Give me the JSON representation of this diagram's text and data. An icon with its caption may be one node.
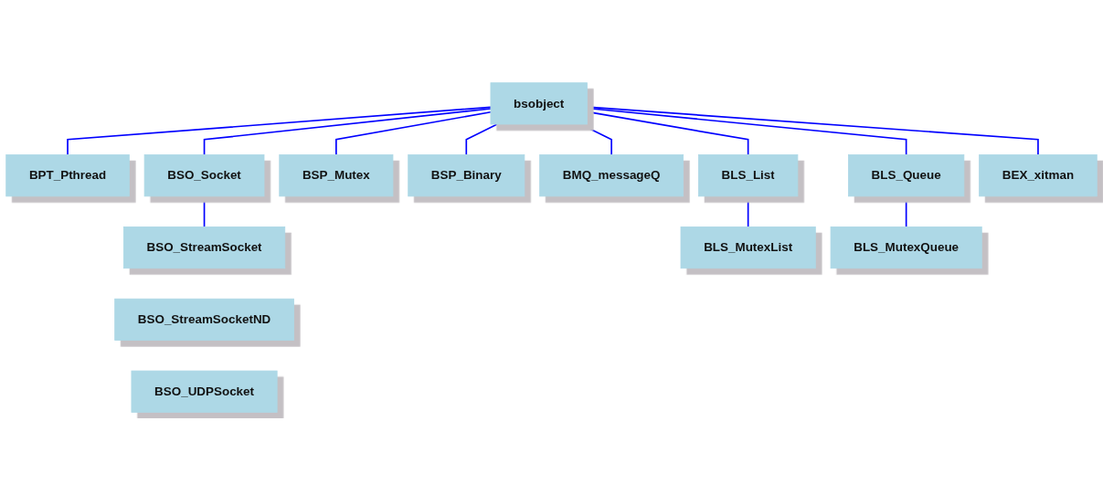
{
  "diagram": {
    "nodes": [
      {
        "text": [
          "bsobject"
        ]
      },
      {
        "text": [
          "BPT_Pthread"
        ]
      },
      {
        "text": [
          "BSO_Socket"
        ]
      },
      {
        "text": [
          "BSP_Mutex"
        ]
      },
      {
        "text": [
          "BSP_Binary"
        ]
      },
      {
        "text": [
          "BMQ_messageQ"
        ]
      },
      {
        "text": [
          "BLS_List"
        ]
      },
      {
        "text": [
          "BLS_Queue"
        ]
      },
      {
        "text": [
          "BEX_xitman"
        ]
      },
      {
        "text": [
          "BSO_StreamSocket"
        ]
      },
      {
        "text": [
          "BSO_StreamSocketND"
        ]
      },
      {
        "text": [
          "BSO_UDPSocket"
        ]
      },
      {
        "text": [
          "BLS_MutexList"
        ]
      },
      {
        "text": [
          "BLS_MutexQueue"
        ]
      }
    ],
    "edges": [
      {
        "from": 0,
        "to": 1,
        "arrow": "none"
      },
      {
        "from": 0,
        "to": 2,
        "arrow": "none"
      },
      {
        "from": 0,
        "to": 3,
        "arrow": "none"
      },
      {
        "from": 0,
        "to": 4,
        "arrow": "none"
      },
      {
        "from": 0,
        "to": 5,
        "arrow": "none"
      },
      {
        "from": 0,
        "to": 6,
        "arrow": "none"
      },
      {
        "from": 0,
        "to": 7,
        "arrow": "none"
      },
      {
        "from": 0,
        "to": 8,
        "arrow": "none"
      },
      {
        "from": 2,
        "to": 9,
        "arrow": "none"
      },
      {
        "from": 6,
        "to": 12,
        "arrow": "none"
      },
      {
        "from": 7,
        "to": 13,
        "arrow": "none"
      }
    ]
  }
}
